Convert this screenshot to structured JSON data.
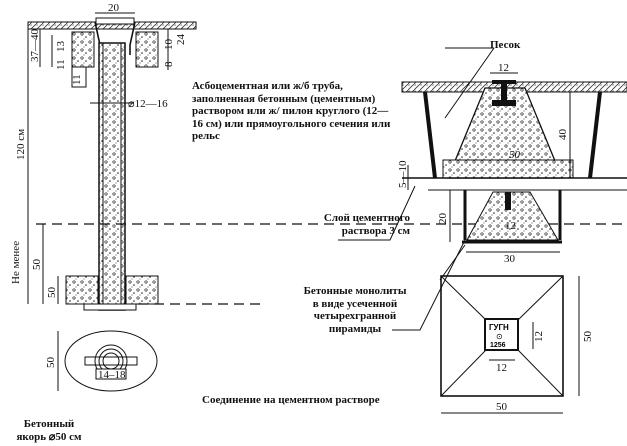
{
  "diagram": {
    "left_view": {
      "dims": {
        "top_width": "20",
        "depth_a": "37—40",
        "depth_b": "13",
        "depth_c": "11",
        "depth_d": "11",
        "right_a": "10",
        "right_b": "24",
        "right_c": "8",
        "pipe_diameter": "⌀12—16",
        "total_height": "120 см",
        "min_depth": "50",
        "anchor_height": "50",
        "not_less": "Не менее"
      }
    },
    "pipe_note": "Асбоцементная или ж/б труба, заполненная бетонным (цементным) раствором или ж/ пилон круглого (12—16 см) или прямоугольного сечения или рельс",
    "plan_view": {
      "diameter_label": "50",
      "inner_label": "14–18",
      "caption_line1": "Бетонный",
      "caption_line2": "якорь ⌀50 см"
    },
    "right_section": {
      "sand_label": "Песок",
      "top_width": "12",
      "height": "40",
      "base_label": "50",
      "gap": "5—10",
      "lower_height": "20",
      "lower_inner": "12",
      "lower_width": "30",
      "mortar_label_line1": "Слой цементного",
      "mortar_label_line2": "раствора 3 см",
      "monolith_line1": "Бетонные монолиты",
      "monolith_line2": "в виде усеченной",
      "monolith_line3": "четырехгранной",
      "monolith_line4": "пирамиды"
    },
    "top_plan": {
      "mark_line1": "ГУГН",
      "mark_line2": "⊙",
      "mark_line3": "1256",
      "inner_w": "12",
      "inner_h": "12",
      "outer_w": "50",
      "outer_h": "50"
    },
    "joint_caption": "Соединение на цементном растворе"
  }
}
